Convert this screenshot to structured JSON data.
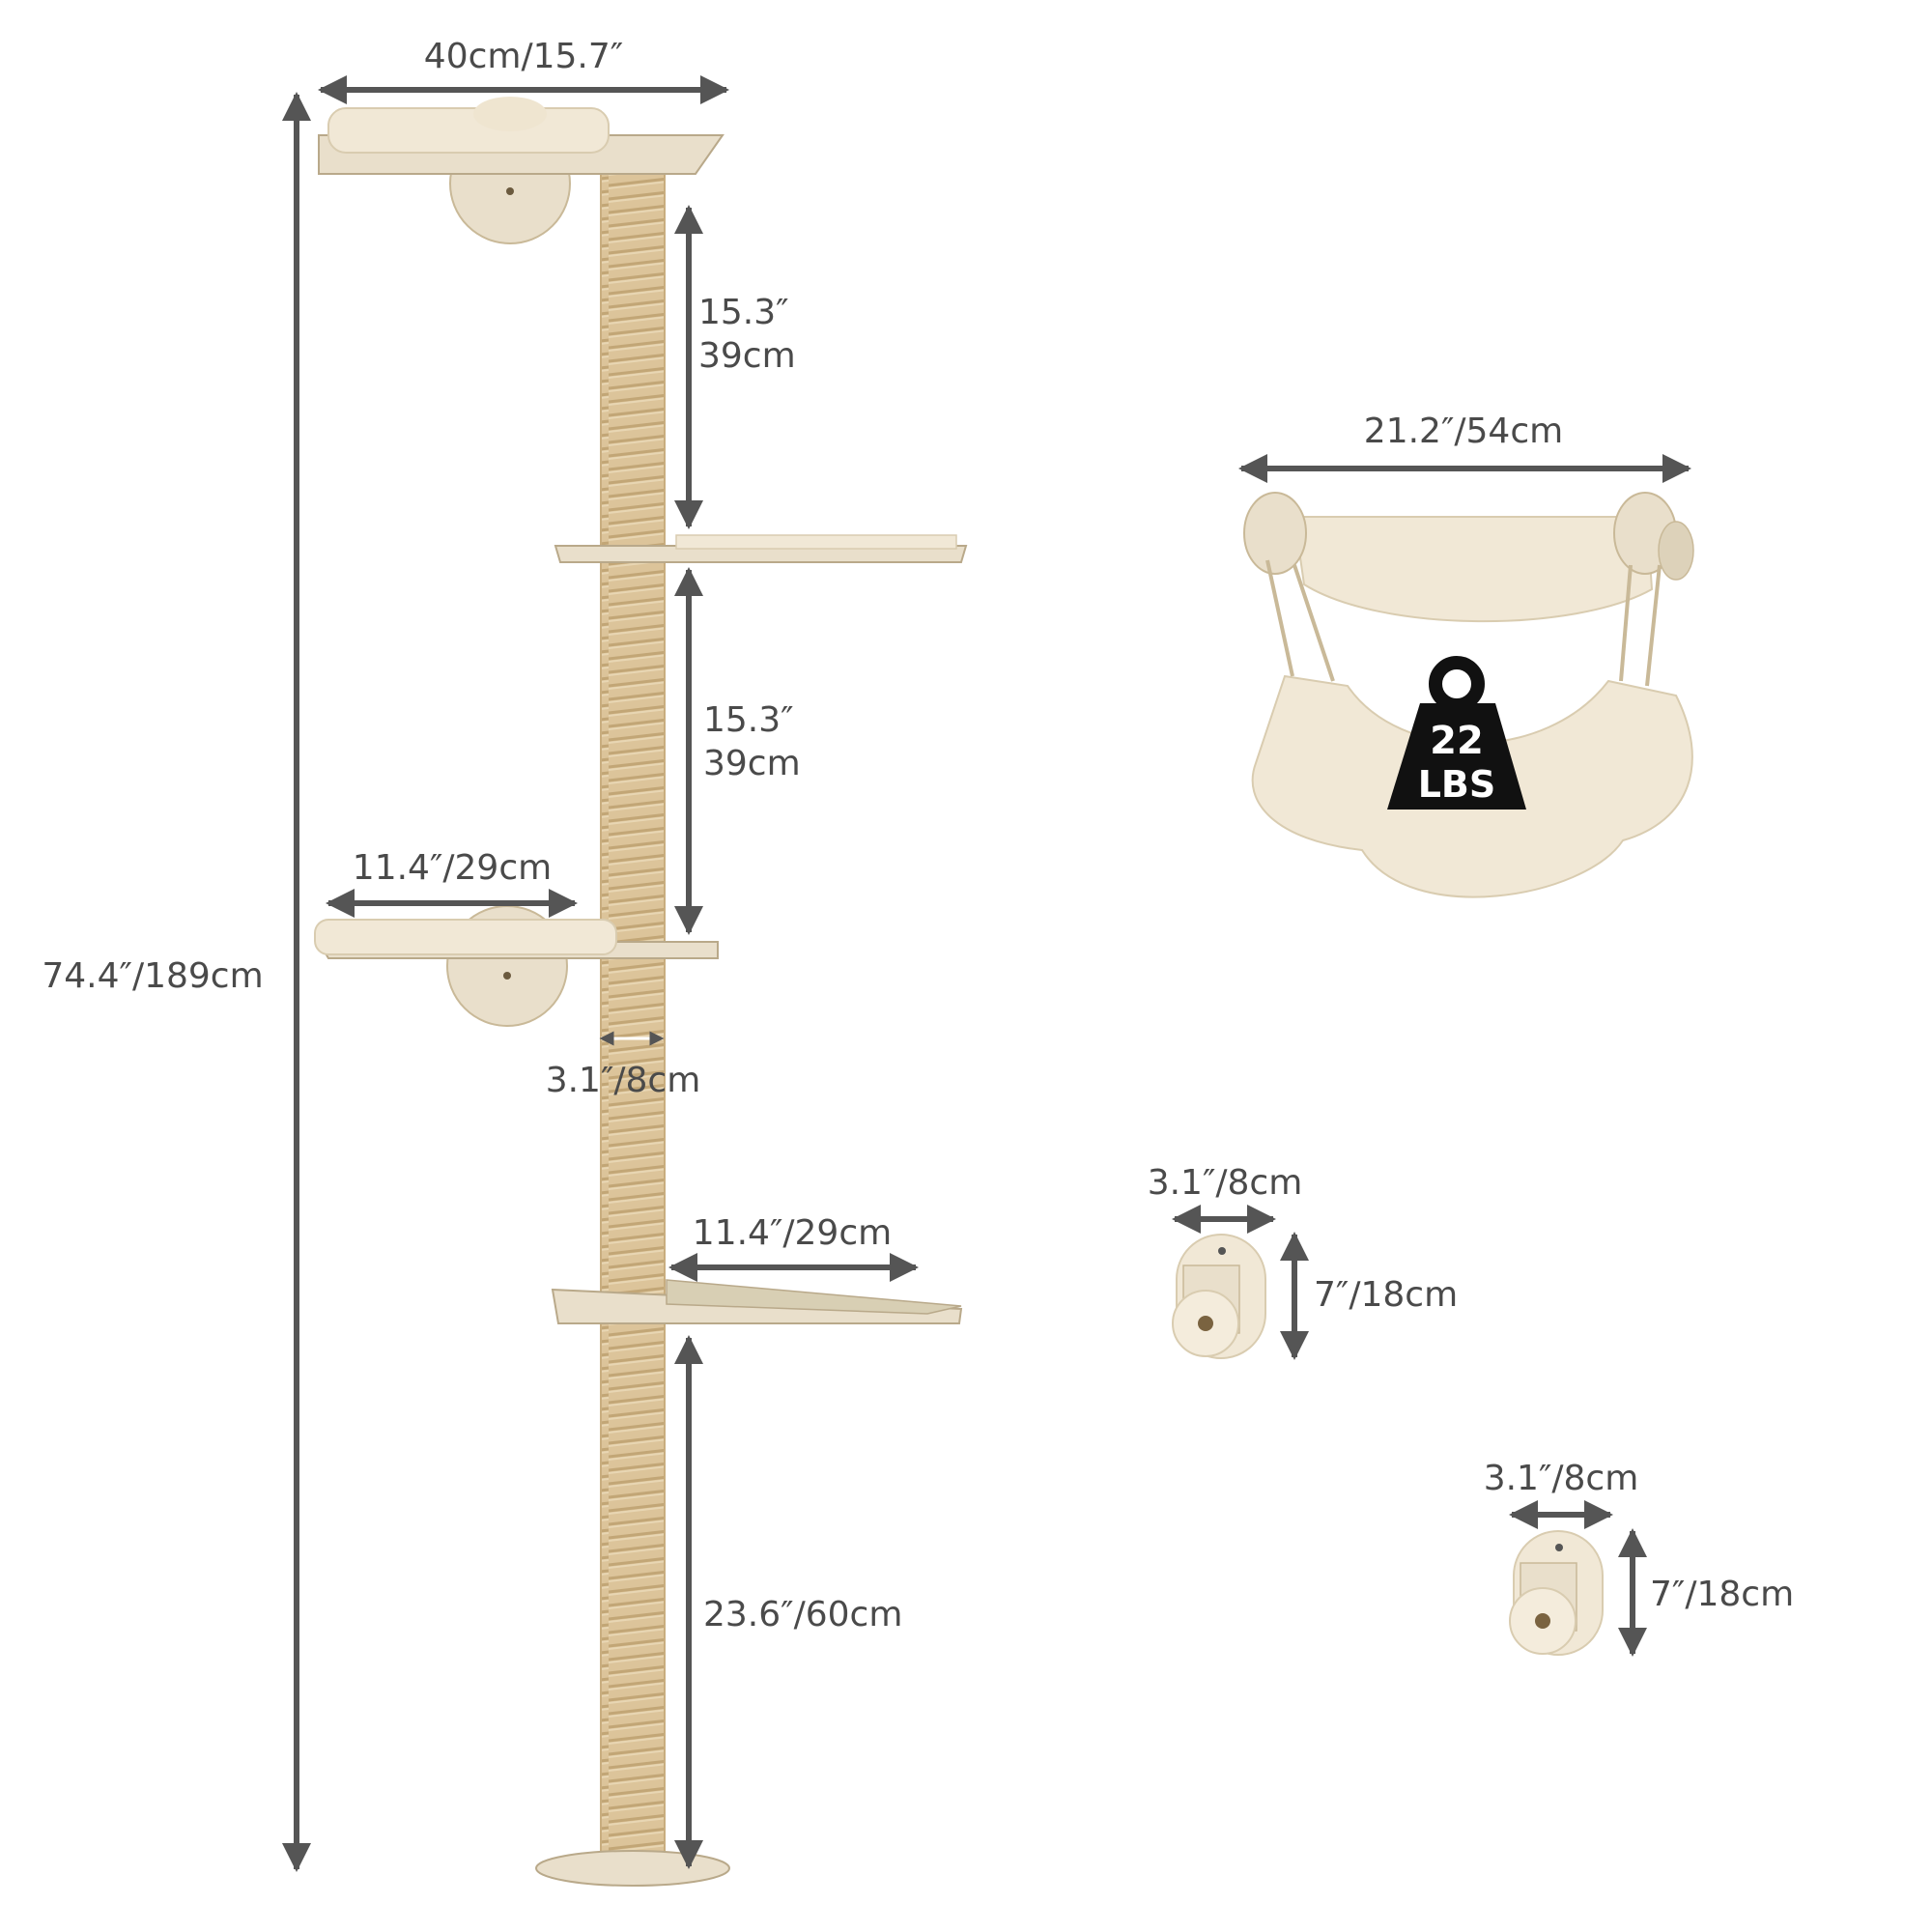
{
  "colors": {
    "dimension_line": "#555555",
    "dimension_text": "#4a4a4a",
    "wood": "#e9dfcb",
    "wood_edge": "#b9a98a",
    "sisal": "#dcc49a",
    "plush": "#f1e8d6",
    "badge": "#111111"
  },
  "dimensions": {
    "top_width": "40cm/15.7″",
    "gap_upper_in": "15.3″",
    "gap_upper_cm": "39cm",
    "gap_middle_in": "15.3″",
    "gap_middle_cm": "39cm",
    "bed_width": "11.4″/29cm",
    "total_height": "74.4″/189cm",
    "post_diameter": "3.1″/8cm",
    "lower_step_width": "11.4″/29cm",
    "base_height": "23.6″/60cm",
    "hammock_width": "21.2″/54cm",
    "step1_width": "3.1″/8cm",
    "step1_height": "7″/18cm",
    "step2_width": "3.1″/8cm",
    "step2_height": "7″/18cm"
  },
  "weight_badge": {
    "value": "22",
    "unit": "LBS",
    "icon": "weight-icon"
  }
}
